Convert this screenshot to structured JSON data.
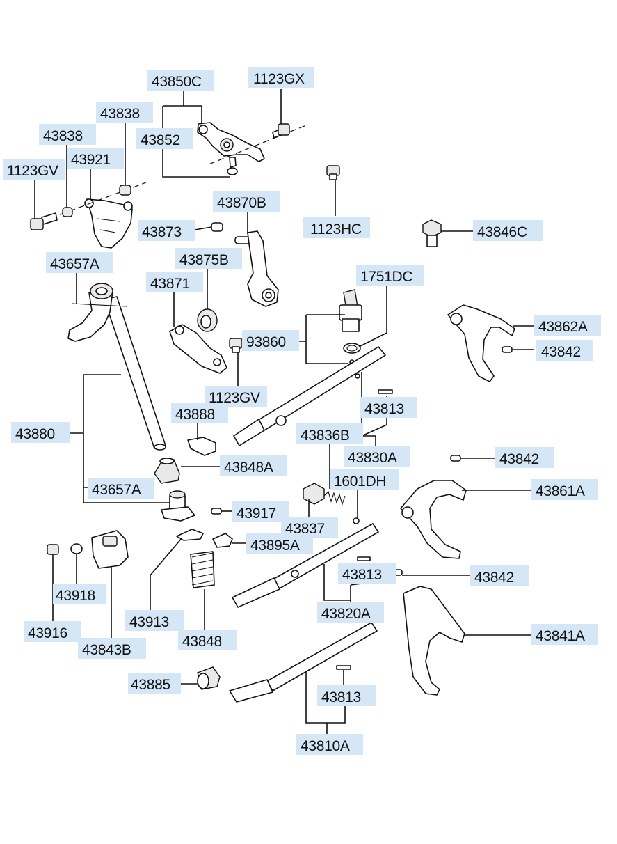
{
  "labels": {
    "l43850C": "43850C",
    "l1123GX": "1123GX",
    "l43838_a": "43838",
    "l43838_b": "43838",
    "l43852": "43852",
    "l43921": "43921",
    "l1123GV_a": "1123GV",
    "l43870B": "43870B",
    "l1123HC": "1123HC",
    "l43873": "43873",
    "l43846C": "43846C",
    "l43657A_a": "43657A",
    "l43875B": "43875B",
    "l43871": "43871",
    "l1751DC": "1751DC",
    "l43862A": "43862A",
    "l93860": "93860",
    "l43842_a": "43842",
    "l1123GV_b": "1123GV",
    "l43813_a": "43813",
    "l43888": "43888",
    "l43880": "43880",
    "l43836B": "43836B",
    "l43830A": "43830A",
    "l43848A": "43848A",
    "l43842_b": "43842",
    "l1601DH": "1601DH",
    "l43657A_b": "43657A",
    "l43861A": "43861A",
    "l43917": "43917",
    "l43837": "43837",
    "l43895A": "43895A",
    "l43813_b": "43813",
    "l43842_c": "43842",
    "l43918": "43918",
    "l43820A": "43820A",
    "l43913": "43913",
    "l43916": "43916",
    "l43841A": "43841A",
    "l43843B": "43843B",
    "l43848": "43848",
    "l43885": "43885",
    "l43813_c": "43813",
    "l43810A": "43810A"
  }
}
